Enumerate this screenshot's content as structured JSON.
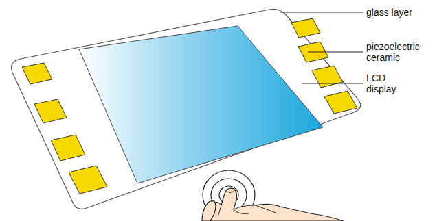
{
  "diagram": {
    "labels": [
      "glass layer",
      "piezoelectric ceramic",
      "LCD display"
    ]
  }
}
